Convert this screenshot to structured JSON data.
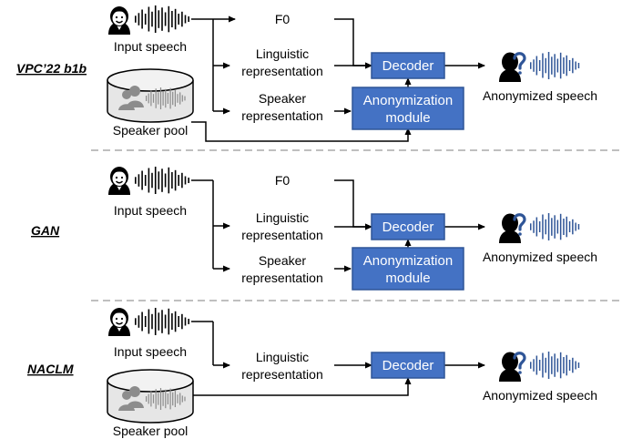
{
  "colors": {
    "box_fill": "#4472c4",
    "box_stroke": "#2f5597",
    "box_text": "#ffffff",
    "arrow": "#000000",
    "separator": "#bfbfbf",
    "wave_input": "#000000",
    "wave_output": "#2f5597",
    "pool_fill": "#e6e6e6",
    "pool_gray": "#8c8c8c",
    "anon_mark": "#2f5597"
  },
  "icons": {
    "speaker_face": "person-face-icon",
    "anonymized_speaker": "anonymized-person-icon",
    "input_wave": "waveform-icon",
    "output_wave": "waveform-icon",
    "pool": "database-cylinder-icon"
  },
  "sections": [
    {
      "title": "VPC’22 b1b",
      "input_label": "Input speech",
      "f0_label": "F0",
      "linguistic_label_1": "Linguistic",
      "linguistic_label_2": "representation",
      "speaker_label_1": "Speaker",
      "speaker_label_2": "representation",
      "decoder_label": "Decoder",
      "anon_label_1": "Anonymization",
      "anon_label_2": "module",
      "output_label": "Anonymized speech",
      "pool_label": "Speaker pool"
    },
    {
      "title": "GAN",
      "input_label": "Input speech",
      "f0_label": "F0",
      "linguistic_label_1": "Linguistic",
      "linguistic_label_2": "representation",
      "speaker_label_1": "Speaker",
      "speaker_label_2": "representation",
      "decoder_label": "Decoder",
      "anon_label_1": "Anonymization",
      "anon_label_2": "module",
      "output_label": "Anonymized speech"
    },
    {
      "title": "NACLM",
      "input_label": "Input speech",
      "linguistic_label_1": "Linguistic",
      "linguistic_label_2": "representation",
      "decoder_label": "Decoder",
      "output_label": "Anonymized speech",
      "pool_label": "Speaker pool"
    }
  ]
}
